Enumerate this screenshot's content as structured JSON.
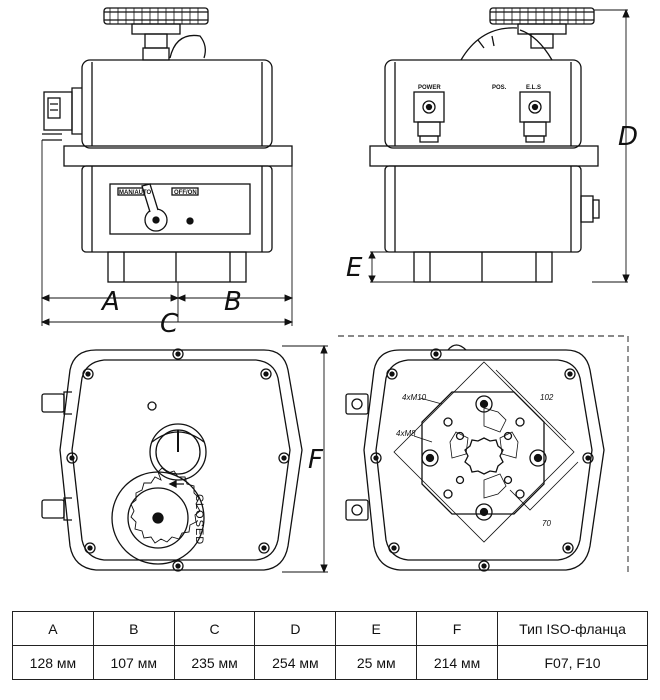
{
  "dimension_labels": {
    "a": "A",
    "b": "B",
    "c": "C",
    "d": "D",
    "e": "E",
    "f": "F"
  },
  "front_view": {
    "switch_left_label": "MAN/AUTO",
    "switch_right_label": "OFF/ON"
  },
  "side_view": {
    "power_label": "POWER",
    "pos_label": "POS.",
    "els_label": "E.L.S"
  },
  "top_view": {
    "closed_label": "CLOSED"
  },
  "bottom_view": {
    "bolt_m10": "4xM10",
    "bolt_m8": "4xM8",
    "pcd_102": "102",
    "pcd_70": "70"
  },
  "table": {
    "headers": [
      "A",
      "B",
      "C",
      "D",
      "E",
      "F",
      "Тип ISO-фланца"
    ],
    "values": [
      "128 мм",
      "107 мм",
      "235 мм",
      "254 мм",
      "25 мм",
      "214 мм",
      "F07, F10"
    ]
  }
}
